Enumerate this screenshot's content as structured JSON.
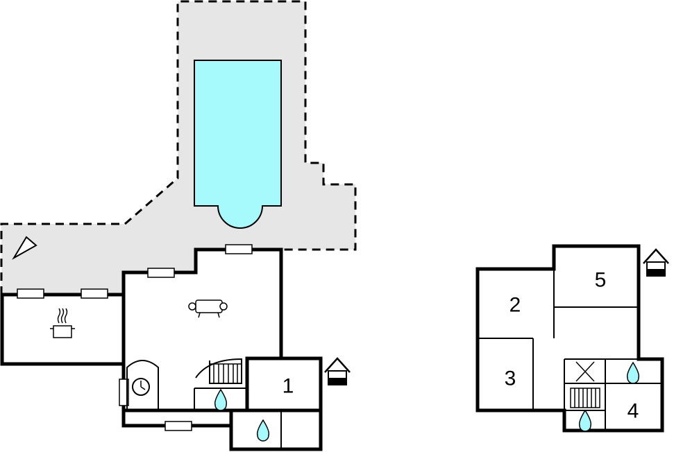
{
  "floorplan": {
    "colors": {
      "terrace": "#e6e6e6",
      "pool": "#a6fafc",
      "water_drop": "#a6fafc",
      "walls": "#000000"
    },
    "rooms": {
      "room_1": "1",
      "room_2": "2",
      "room_3": "3",
      "room_4": "4",
      "room_5": "5"
    },
    "icons": [
      "terrace",
      "swimming-pool",
      "cooking-pot-icon",
      "sofa-icon",
      "fireplace-icon",
      "staircase-icon",
      "water-drop-icon",
      "house-entrance-icon",
      "compass-arrow-icon",
      "skylight-icon"
    ]
  }
}
